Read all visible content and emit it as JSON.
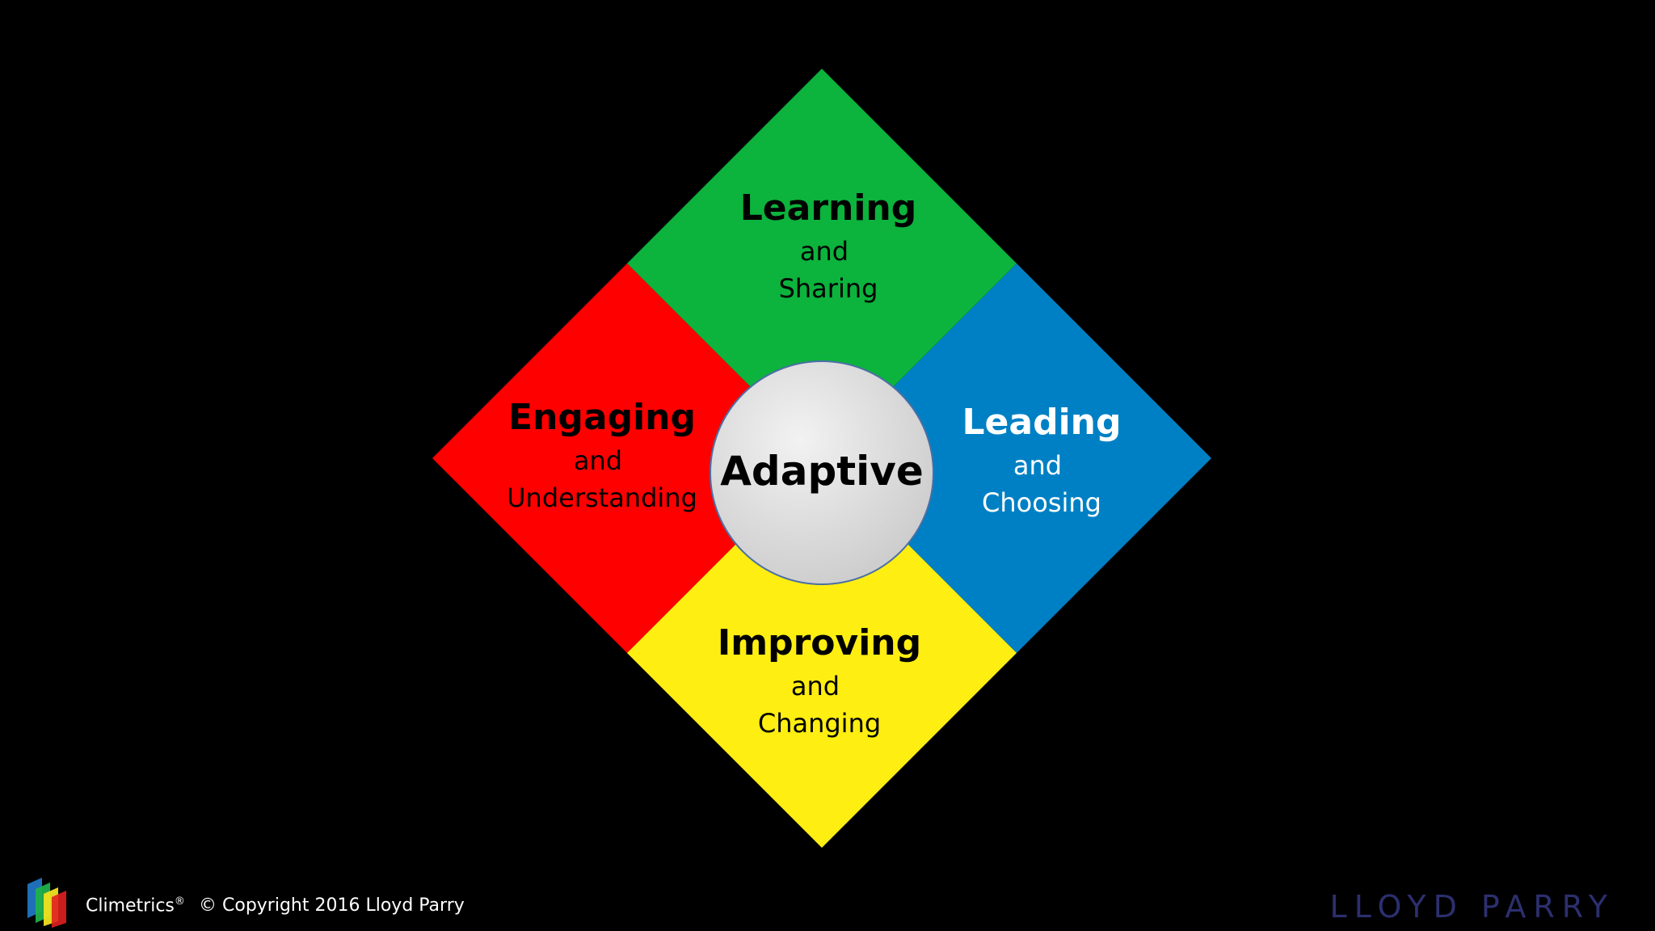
{
  "diagram": {
    "center": {
      "label": "Adaptive",
      "color": "#d9d9d9"
    },
    "quadrants": [
      {
        "id": "top",
        "title": "Learning",
        "line2": "and",
        "line3": "Sharing",
        "color": "#0cb33c",
        "text_color": "#000000"
      },
      {
        "id": "left",
        "title": "Engaging",
        "line2": "and",
        "line3": "Understanding",
        "color": "#ff0000",
        "text_color": "#000000"
      },
      {
        "id": "right",
        "title": "Leading",
        "line2": "and",
        "line3": "Choosing",
        "color": "#0080c4",
        "text_color": "#ffffff"
      },
      {
        "id": "bottom",
        "title": "Improving",
        "line2": "and",
        "line3": "Changing",
        "color": "#ffee11",
        "text_color": "#000000"
      }
    ]
  },
  "footer": {
    "brand": "Climetrics",
    "brand_mark": "®",
    "copyright": "© Copyright 2016 Lloyd Parry",
    "company_logo_text": "LLOYD PARRY",
    "logo_icon": "cube-stack-icon"
  }
}
